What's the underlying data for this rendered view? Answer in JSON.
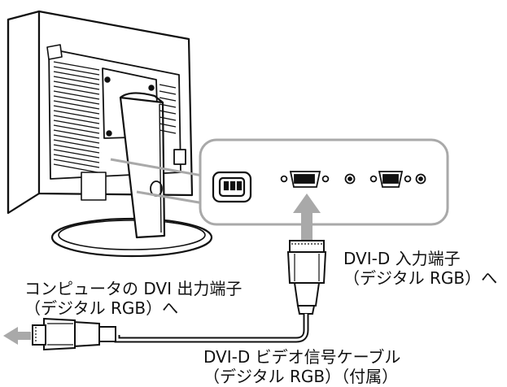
{
  "labels": {
    "dvi_input": {
      "line1": "DVI-D 入力端子",
      "line2": "（デジタル RGB）へ"
    },
    "computer_output": {
      "line1": "コンピュータの DVI 出力端子",
      "line2": "（デジタル RGB）へ"
    },
    "cable": {
      "line1": "DVI-D ビデオ信号ケーブル",
      "line2": "（デジタル RGB）（付属）"
    }
  },
  "colors": {
    "line": "#111111",
    "gray": "#a9a9a9",
    "background": "#ffffff"
  },
  "icons": [
    "monitor-illustration",
    "ac-in-socket-icon",
    "dvi-port-icon",
    "vga-port-icon",
    "dvi-connector-icon",
    "arrow-up-icon",
    "arrow-left-icon"
  ]
}
